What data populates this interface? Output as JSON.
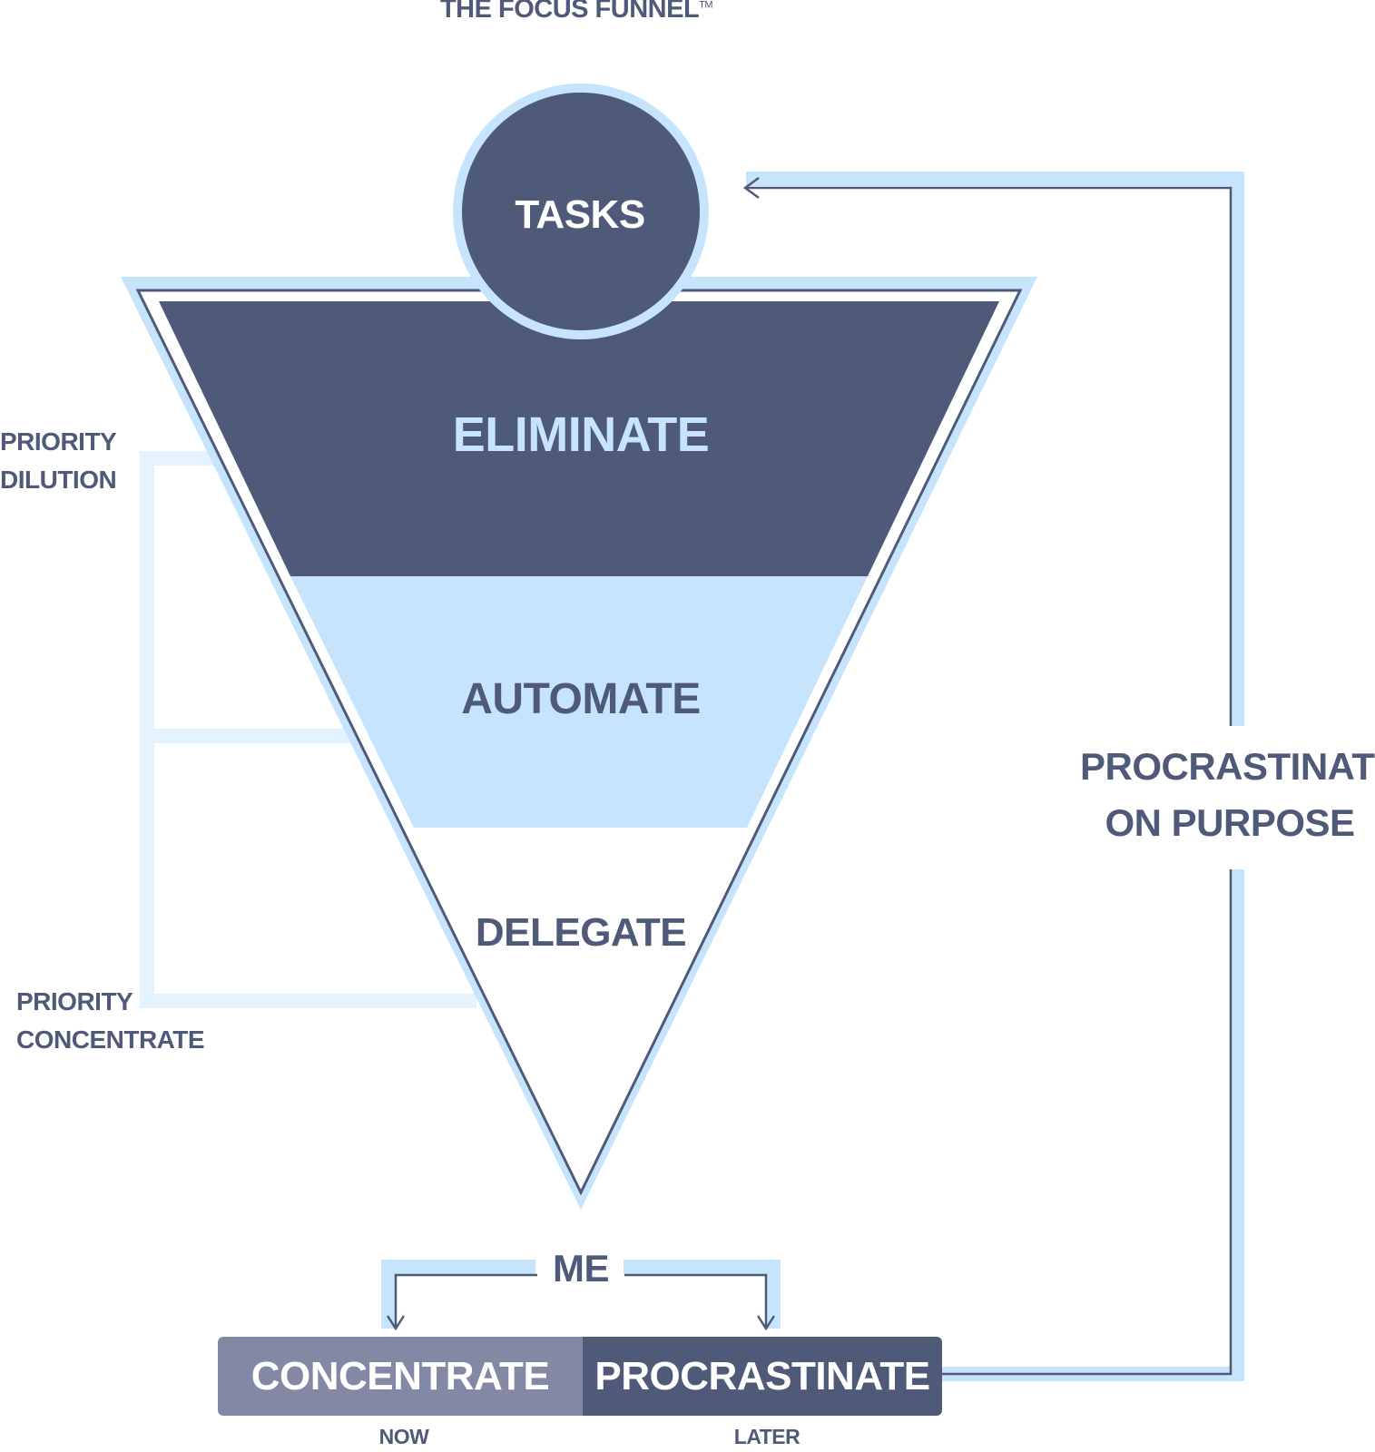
{
  "title": "THE FOCUS FUNNEL",
  "trademark": "TM",
  "nodes": {
    "tasks": "TASKS",
    "eliminate": "ELIMINATE",
    "automate": "AUTOMATE",
    "delegate": "DELEGATE",
    "me": "ME"
  },
  "side_labels": {
    "priority_dilution": [
      "PRIORITY",
      "DILUTION"
    ],
    "priority_concentrate": [
      "PRIORITY",
      "CONCENTRATE"
    ]
  },
  "procrastinate_on_purpose": [
    "PROCRASTINATE",
    "ON PURPOSE"
  ],
  "outcomes": {
    "concentrate": "CONCENTRATE",
    "procrastinate": "PROCRASTINATE",
    "now": "NOW",
    "later": "LATER"
  },
  "colors": {
    "dark": "#4f5a78",
    "light_blue": "#c6e4fb",
    "pale_blue": "#e3f2fd",
    "muted": "#8389a5"
  }
}
